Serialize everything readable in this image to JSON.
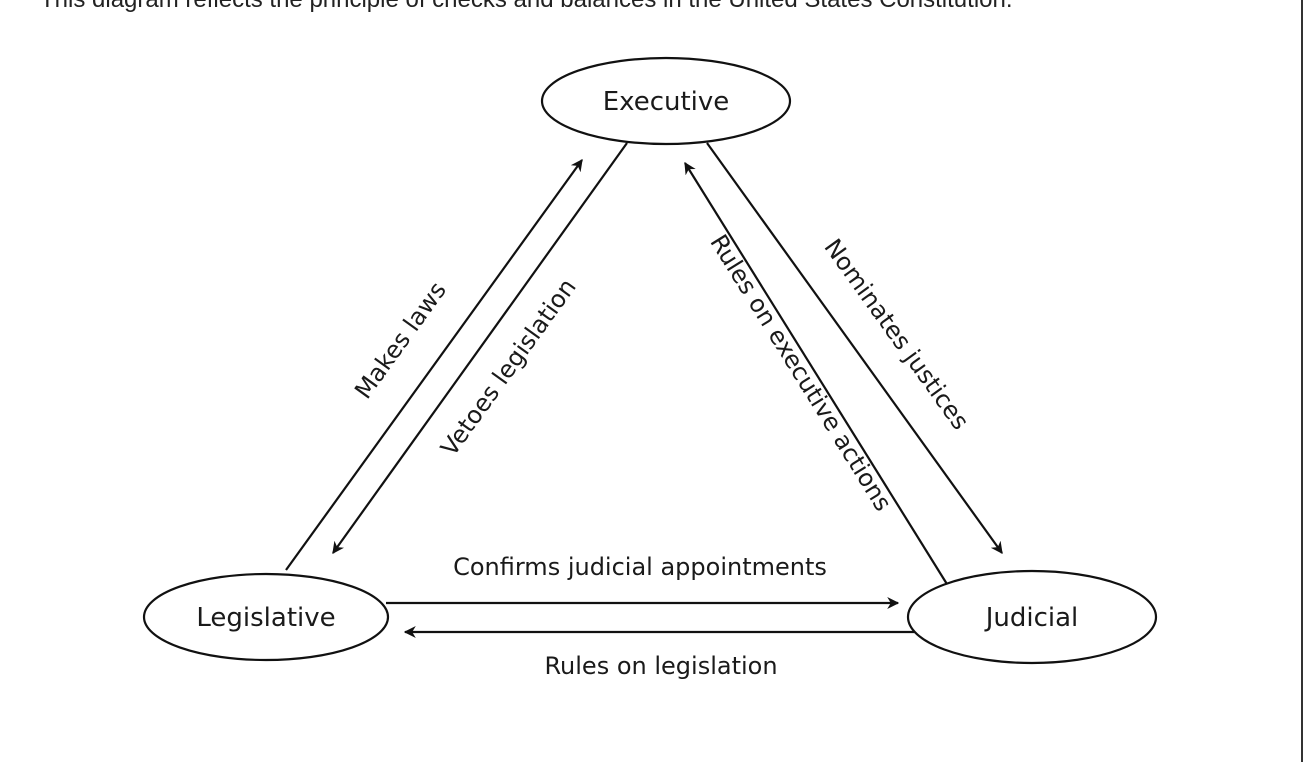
{
  "caption": "This diagram reflects the principle of checks and balances in the United States Constitution.",
  "nodes": {
    "executive": "Executive",
    "legislative": "Legislative",
    "judicial": "Judicial"
  },
  "edges": {
    "makes_laws": "Makes laws",
    "vetoes_legislation": "Vetoes legislation",
    "rules_on_executive_actions": "Rules on executive actions",
    "nominates_justices": "Nominates justices",
    "confirms_judicial_appointments": "Confirms judicial appointments",
    "rules_on_legislation": "Rules on legislation"
  }
}
